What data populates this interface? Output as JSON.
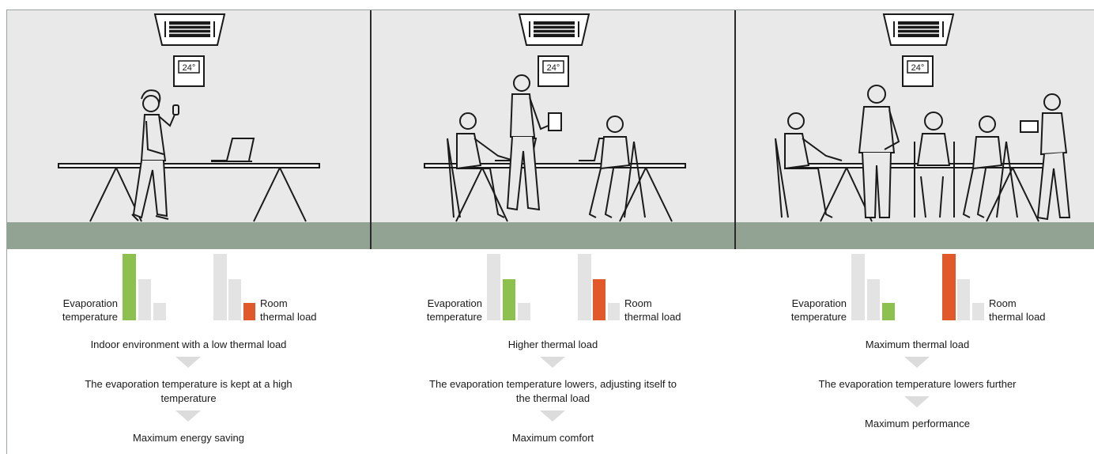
{
  "colors": {
    "green": "#8dc04f",
    "orange": "#e1582b",
    "grey_bar": "#e3e3e3",
    "floor": "#93a393",
    "scene_bg": "#e9e9e9",
    "arrow": "#dcdcdc"
  },
  "panels": [
    {
      "thermostat": "24°",
      "evap_label_1": "Evaporation",
      "evap_label_2": "temperature",
      "load_label_1": "Room",
      "load_label_2": "thermal load",
      "evap_level": "high",
      "load_level": "low",
      "step1": "Indoor environment with a low thermal load",
      "step2": "The evaporation temperature is kept at a high temperature",
      "step3": "Maximum energy saving"
    },
    {
      "thermostat": "24°",
      "evap_label_1": "Evaporation",
      "evap_label_2": "temperature",
      "load_label_1": "Room",
      "load_label_2": "thermal load",
      "evap_level": "medium",
      "load_level": "medium",
      "step1": "Higher thermal load",
      "step2": "The evaporation temperature lowers, adjusting itself to the thermal load",
      "step3": "Maximum comfort"
    },
    {
      "thermostat": "24°",
      "evap_label_1": "Evaporation",
      "evap_label_2": "temperature",
      "load_label_1": "Room",
      "load_label_2": "thermal load",
      "evap_level": "low",
      "load_level": "high",
      "step1": "Maximum thermal load",
      "step2": "The evaporation temperature lowers further",
      "step3": "Maximum performance"
    }
  ]
}
